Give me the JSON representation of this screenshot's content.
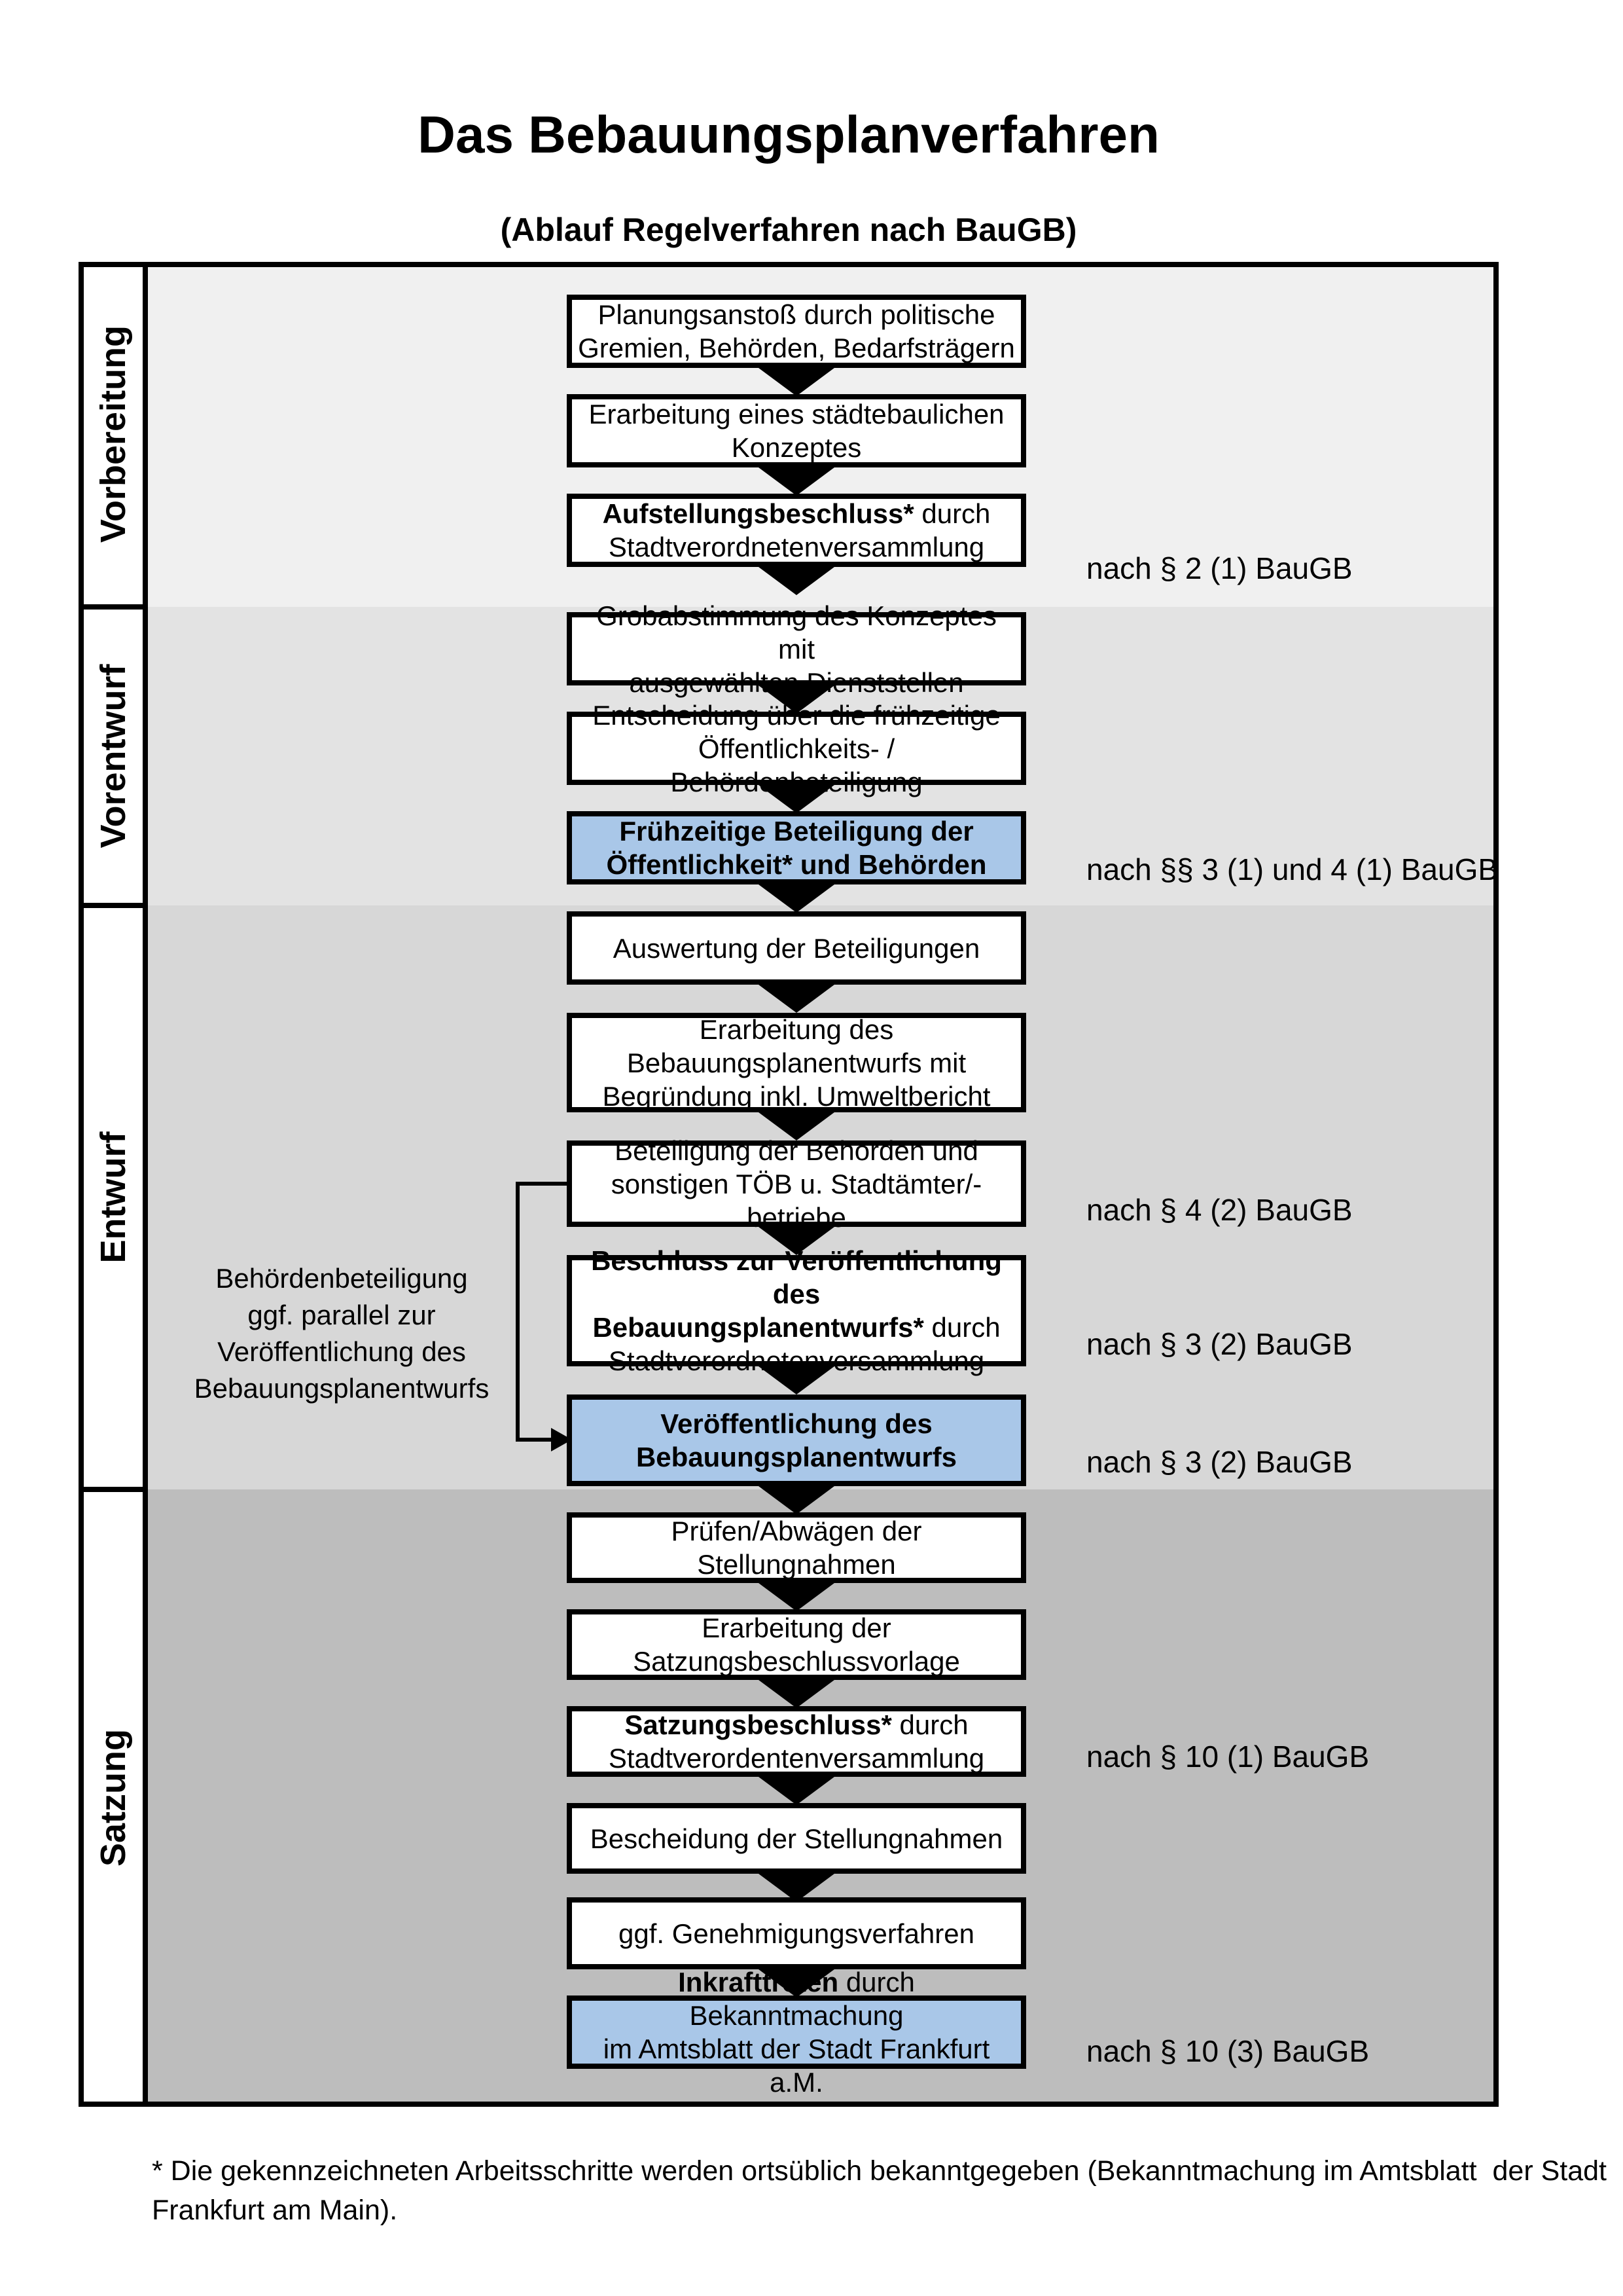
{
  "title": "Das Bebauungsplanverfahren",
  "subtitle": "(Ablauf Regelverfahren nach BauGB)",
  "colors": {
    "highlight_blue": "#a9c7e8",
    "phase_bg_vorbereitung": "#f0f0f0",
    "phase_bg_vorentwurf": "#e3e3e3",
    "phase_bg_entwurf": "#d7d7d7",
    "phase_bg_satzung": "#bdbdbd",
    "line_black": "#000000"
  },
  "phases": {
    "p1": "Vorbereitung",
    "p2": "Vorentwurf",
    "p3": "Entwurf",
    "p4": "Satzung"
  },
  "boxes": {
    "b1": {
      "l1": "Planungsanstoß durch politische",
      "l2": "Gremien, Behörden, Bedarfsträgern"
    },
    "b2": {
      "l1": "Erarbeitung eines städtebaulichen",
      "l2": "Konzeptes"
    },
    "b3": {
      "l1b": "Aufstellungsbeschluss*",
      "l1r": " durch",
      "l2": "Stadtverordnetenversammlung"
    },
    "b4": {
      "l1": "Grobabstimmung des Konzeptes mit",
      "l2": "ausgewählten Dienststellen"
    },
    "b5": {
      "l1": "Entscheidung über die frühzeitige",
      "l2": "Öffentlichkeits- / Behördenbeteiligung"
    },
    "b6": {
      "l1": "Frühzeitige Beteiligung der",
      "l2": "Öffentlichkeit* und Behörden"
    },
    "b7": {
      "l1": "Auswertung der Beteiligungen"
    },
    "b8": {
      "l1": "Erarbeitung des",
      "l2": "Bebauungsplanentwurfs mit",
      "l3": "Begründung inkl. Umweltbericht"
    },
    "b9": {
      "l1": "Beteiligung der Behörden und",
      "l2": "sonstigen TÖB u. Stadtämter/-betriebe"
    },
    "b10": {
      "l1": "Beschluss zur Veröffentlichung des",
      "l2b": "Bebauungsplanentwurfs*",
      "l2r": " durch",
      "l3": "Stadtverordnetenversammlung"
    },
    "b11": {
      "l1": "Veröffentlichung des",
      "l2": "Bebauungsplanentwurfs"
    },
    "b12": {
      "l1": "Prüfen/Abwägen der Stellungnahmen"
    },
    "b13": {
      "l1": "Erarbeitung der",
      "l2": "Satzungsbeschlussvorlage"
    },
    "b14": {
      "l1b": "Satzungsbeschluss*",
      "l1r": " durch",
      "l2": "Stadtverordentenversammlung"
    },
    "b15": {
      "l1": "Bescheidung der Stellungnahmen"
    },
    "b16": {
      "l1": "ggf. Genehmigungsverfahren"
    },
    "b17": {
      "l1b": "Inkrafttreten",
      "l1r": " durch Bekanntmachung",
      "l2": "im Amtsblatt der Stadt Frankfurt a.M."
    }
  },
  "legal_refs": {
    "r1": "nach § 2 (1) BauGB",
    "r2": "nach §§ 3 (1) und 4 (1) BauGB",
    "r3": "nach § 4 (2) BauGB",
    "r4": "nach § 3 (2) BauGB",
    "r5": "nach § 3 (2) BauGB",
    "r6": "nach § 10 (1) BauGB",
    "r7": "nach § 10 (3) BauGB"
  },
  "side_note": {
    "l1": "Behördenbeteiligung",
    "l2": "ggf. parallel zur",
    "l3": "Veröffentlichung des",
    "l4": "Bebauungsplanentwurfs"
  },
  "footnote": {
    "l1": "* Die gekennzeichneten Arbeitsschritte werden ortsüblich bekanntgegeben (Bekanntmachung im Amtsblatt  der Stadt",
    "l2": "Frankfurt am Main)."
  }
}
